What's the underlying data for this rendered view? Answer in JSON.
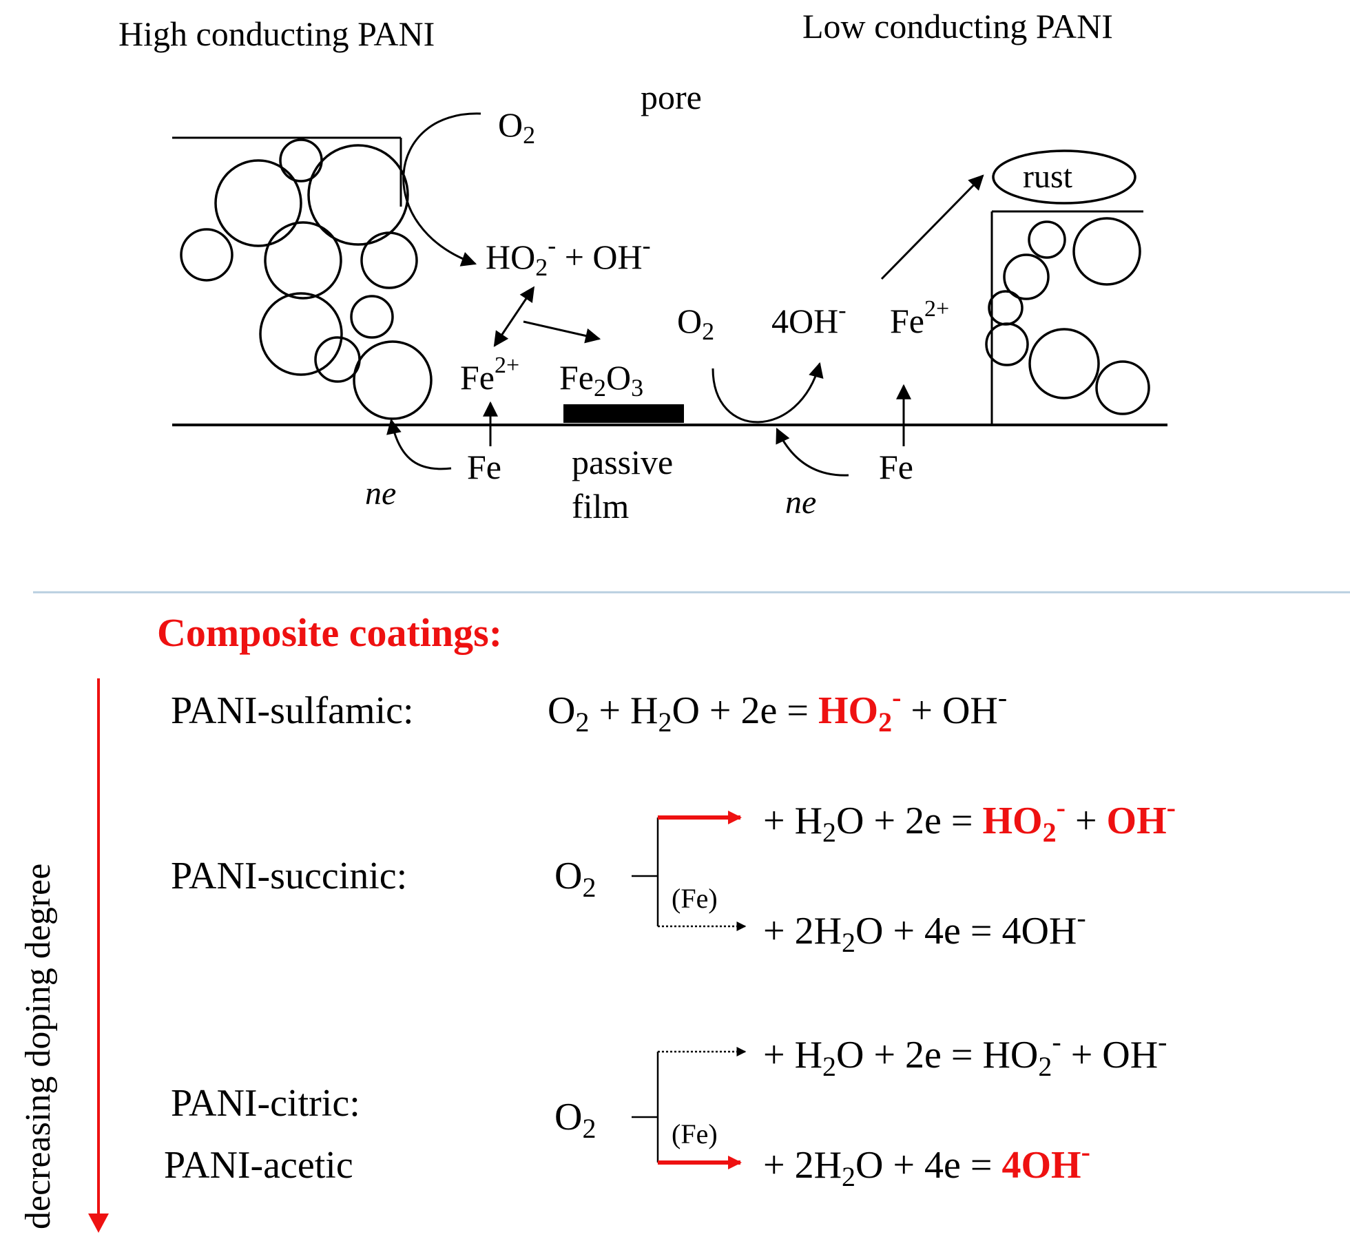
{
  "top": {
    "left_title": "High conducting PANI",
    "right_title": "Low conducting PANI",
    "labels": {
      "o2_left": "O",
      "o2_left_sub": "2",
      "pore": "pore",
      "ho2_main": "HO",
      "ho2_sub": "2",
      "ho2_sup": "-",
      "plus_oh": " + OH",
      "oh_sup": "-",
      "fe2_left": "Fe",
      "fe2_left_sup": "2+",
      "fe2o3_a": "Fe",
      "fe2o3_sub1": "2",
      "fe2o3_b": "O",
      "fe2o3_sub2": "3",
      "o2_mid": "O",
      "o2_mid_sub": "2",
      "four_oh": "4OH",
      "four_oh_sup": "-",
      "fe2_right": "Fe",
      "fe2_right_sup": "2+",
      "rust": "rust",
      "fe_left": "Fe",
      "fe_right": "Fe",
      "ne_left": "ne",
      "ne_right": "ne",
      "passive_1": "passive",
      "passive_2": "film"
    }
  },
  "bottom": {
    "title": "Composite coatings:",
    "axis_label": "decreasing doping degree",
    "colors": {
      "accent": "#ee1111",
      "divider": "#b8cfe0",
      "ink": "#000000"
    },
    "row1": {
      "name": "PANI-sulfamic:",
      "eq_a": "O",
      "eq_a_sub": "2",
      "eq_b": " + H",
      "eq_b_sub": "2",
      "eq_c": "O + 2e = ",
      "eq_hl": "HO",
      "eq_hl_sub": "2",
      "eq_hl_sup": "-",
      "eq_d": " + OH",
      "eq_d_sup": "-"
    },
    "row2": {
      "name": "PANI-succinic:",
      "o2": "O",
      "o2_sub": "2",
      "catalyst": "(Fe)",
      "upper_a": "+ H",
      "upper_a_sub": "2",
      "upper_b": "O + 2e = ",
      "upper_hl1": "HO",
      "upper_hl1_sub": "2",
      "upper_hl1_sup": "-",
      "upper_plus": " + ",
      "upper_hl2": "OH",
      "upper_hl2_sup": "-",
      "lower_a": "+ 2H",
      "lower_a_sub": "2",
      "lower_b": "O + 4e = 4OH",
      "lower_sup": "-"
    },
    "row3": {
      "name_1": "PANI-citric:",
      "name_2": "PANI-acetic",
      "o2": "O",
      "o2_sub": "2",
      "catalyst": "(Fe)",
      "upper_a": "+ H",
      "upper_a_sub": "2",
      "upper_b": "O + 2e = HO",
      "upper_sub": "2",
      "upper_sup": "-",
      "upper_c": " + OH",
      "upper_c_sup": "-",
      "lower_a": "+ 2H",
      "lower_a_sub": "2",
      "lower_b": "O + 4e = ",
      "lower_hl": "4OH",
      "lower_hl_sup": "-"
    }
  }
}
